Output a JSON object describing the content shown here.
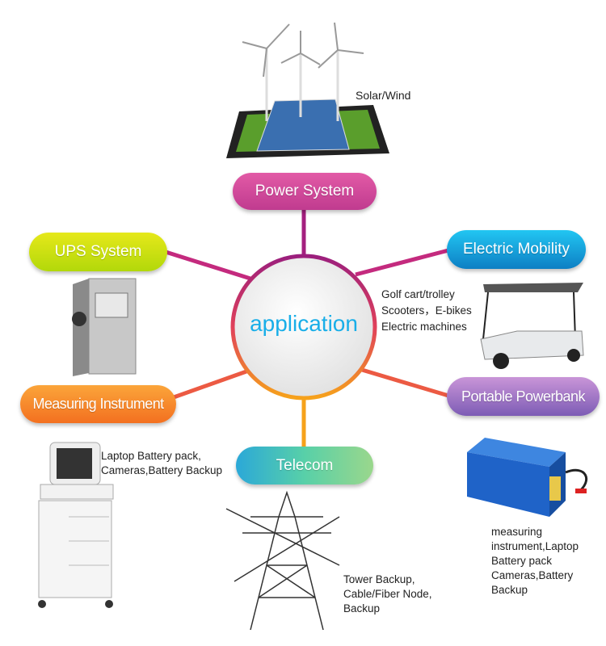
{
  "center": {
    "label": "application"
  },
  "nodes": {
    "power_system": "Power System",
    "ups_system": "UPS System",
    "electric_mobility": "Electric Mobility",
    "measuring_instrument": "Measuring Instrument",
    "portable_powerbank": "Portable Powerbank",
    "telecom": "Telecom"
  },
  "captions": {
    "solar_wind": "Solar/Wind",
    "mobility": "Golf cart/trolley\nScooters，E-bikes\nElectric machines",
    "laptop": "Laptop Battery pack,\nCameras,Battery Backup",
    "tower": "Tower Backup,\nCable/Fiber Node,\nBackup",
    "powerbank": "measuring\ninstrument,Laptop\nBattery pack\nCameras,Battery\nBackup"
  },
  "colors": {
    "power": "#c8449a",
    "ups": "#b7d60a",
    "mobility": "#1a9fe0",
    "measuring": "#f57f22",
    "powerbank": "#9a6cc0",
    "telecom": "#3fbfb0",
    "center_text": "#19aee8"
  }
}
